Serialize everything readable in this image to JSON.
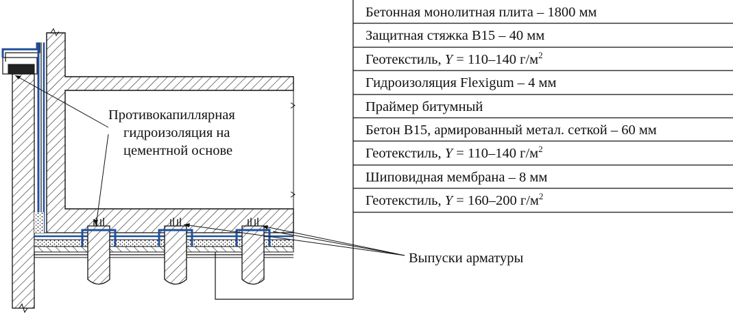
{
  "layers": [
    {
      "text": "Бетонная монолитная плита – 1800 мм"
    },
    {
      "text": "Защитная стяжка В15 – 40 мм"
    },
    {
      "text": "Геотекстиль, ",
      "ital": "Y",
      "rest": " = 110–140 г/м",
      "sup": "2"
    },
    {
      "text": "Гидроизоляция Flexigum – 4 мм"
    },
    {
      "text": "Праймер битумный"
    },
    {
      "text": "Бетон В15, армированный метал. сеткой – 60 мм"
    },
    {
      "text": "Геотекстиль, ",
      "ital": "Y",
      "rest": " = 110–140 г/м",
      "sup": "2"
    },
    {
      "text": "Шиповидная мембрана – 8 мм"
    },
    {
      "text": "Геотекстиль, ",
      "ital": "Y",
      "rest": " = 160–200 г/м",
      "sup": "2"
    }
  ],
  "callouts": {
    "capillary": [
      "Противокапиллярная",
      "гидроизоляция на",
      "цементной основе"
    ],
    "rebar": "Выпуски арматуры"
  },
  "colors": {
    "waterproofing": "#1f4f9c",
    "line": "#111111"
  }
}
